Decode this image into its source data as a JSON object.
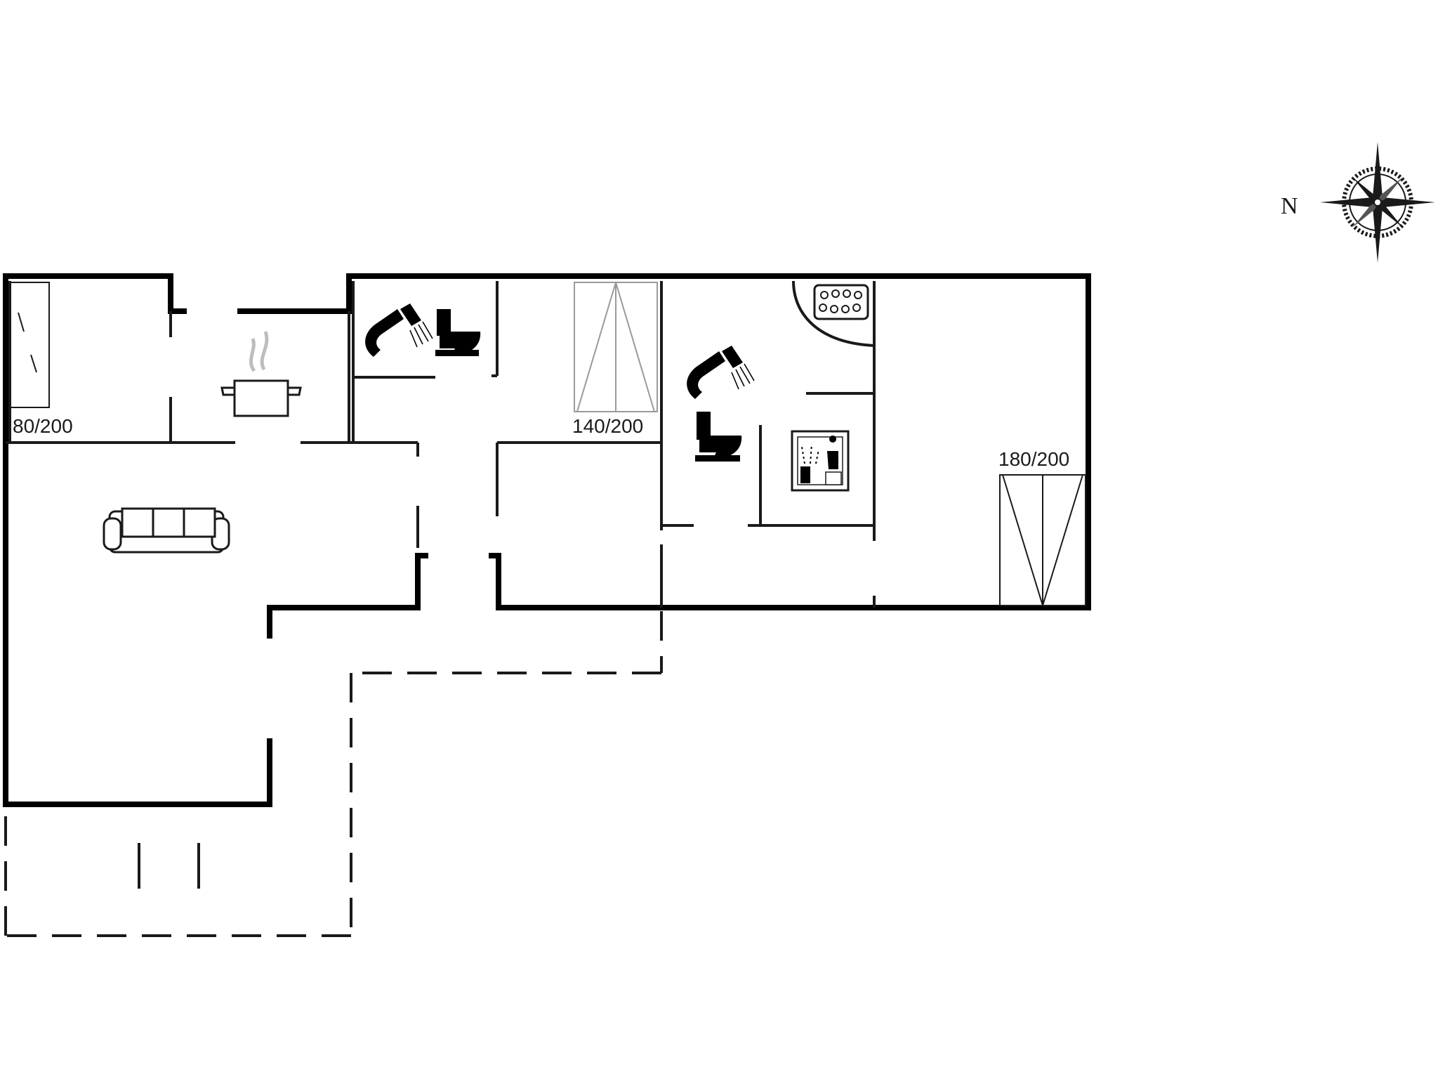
{
  "compass": {
    "north_label": "N",
    "icon": "compass-rose-icon"
  },
  "bed_sizes": {
    "bed_1": "80/200",
    "bed_2": "140/200",
    "bed_3": "180/200"
  },
  "icons": {
    "shower": "shower-icon",
    "toilet": "toilet-icon",
    "cooking_pot": "cooking-pot-icon",
    "sofa": "sofa-icon",
    "whirlpool": "whirlpool-icon",
    "sauna": "sauna-icon"
  },
  "colors": {
    "wall": "#000000",
    "line": "#1a1a1a",
    "background": "#ffffff",
    "steam": "#bdbdbd"
  }
}
